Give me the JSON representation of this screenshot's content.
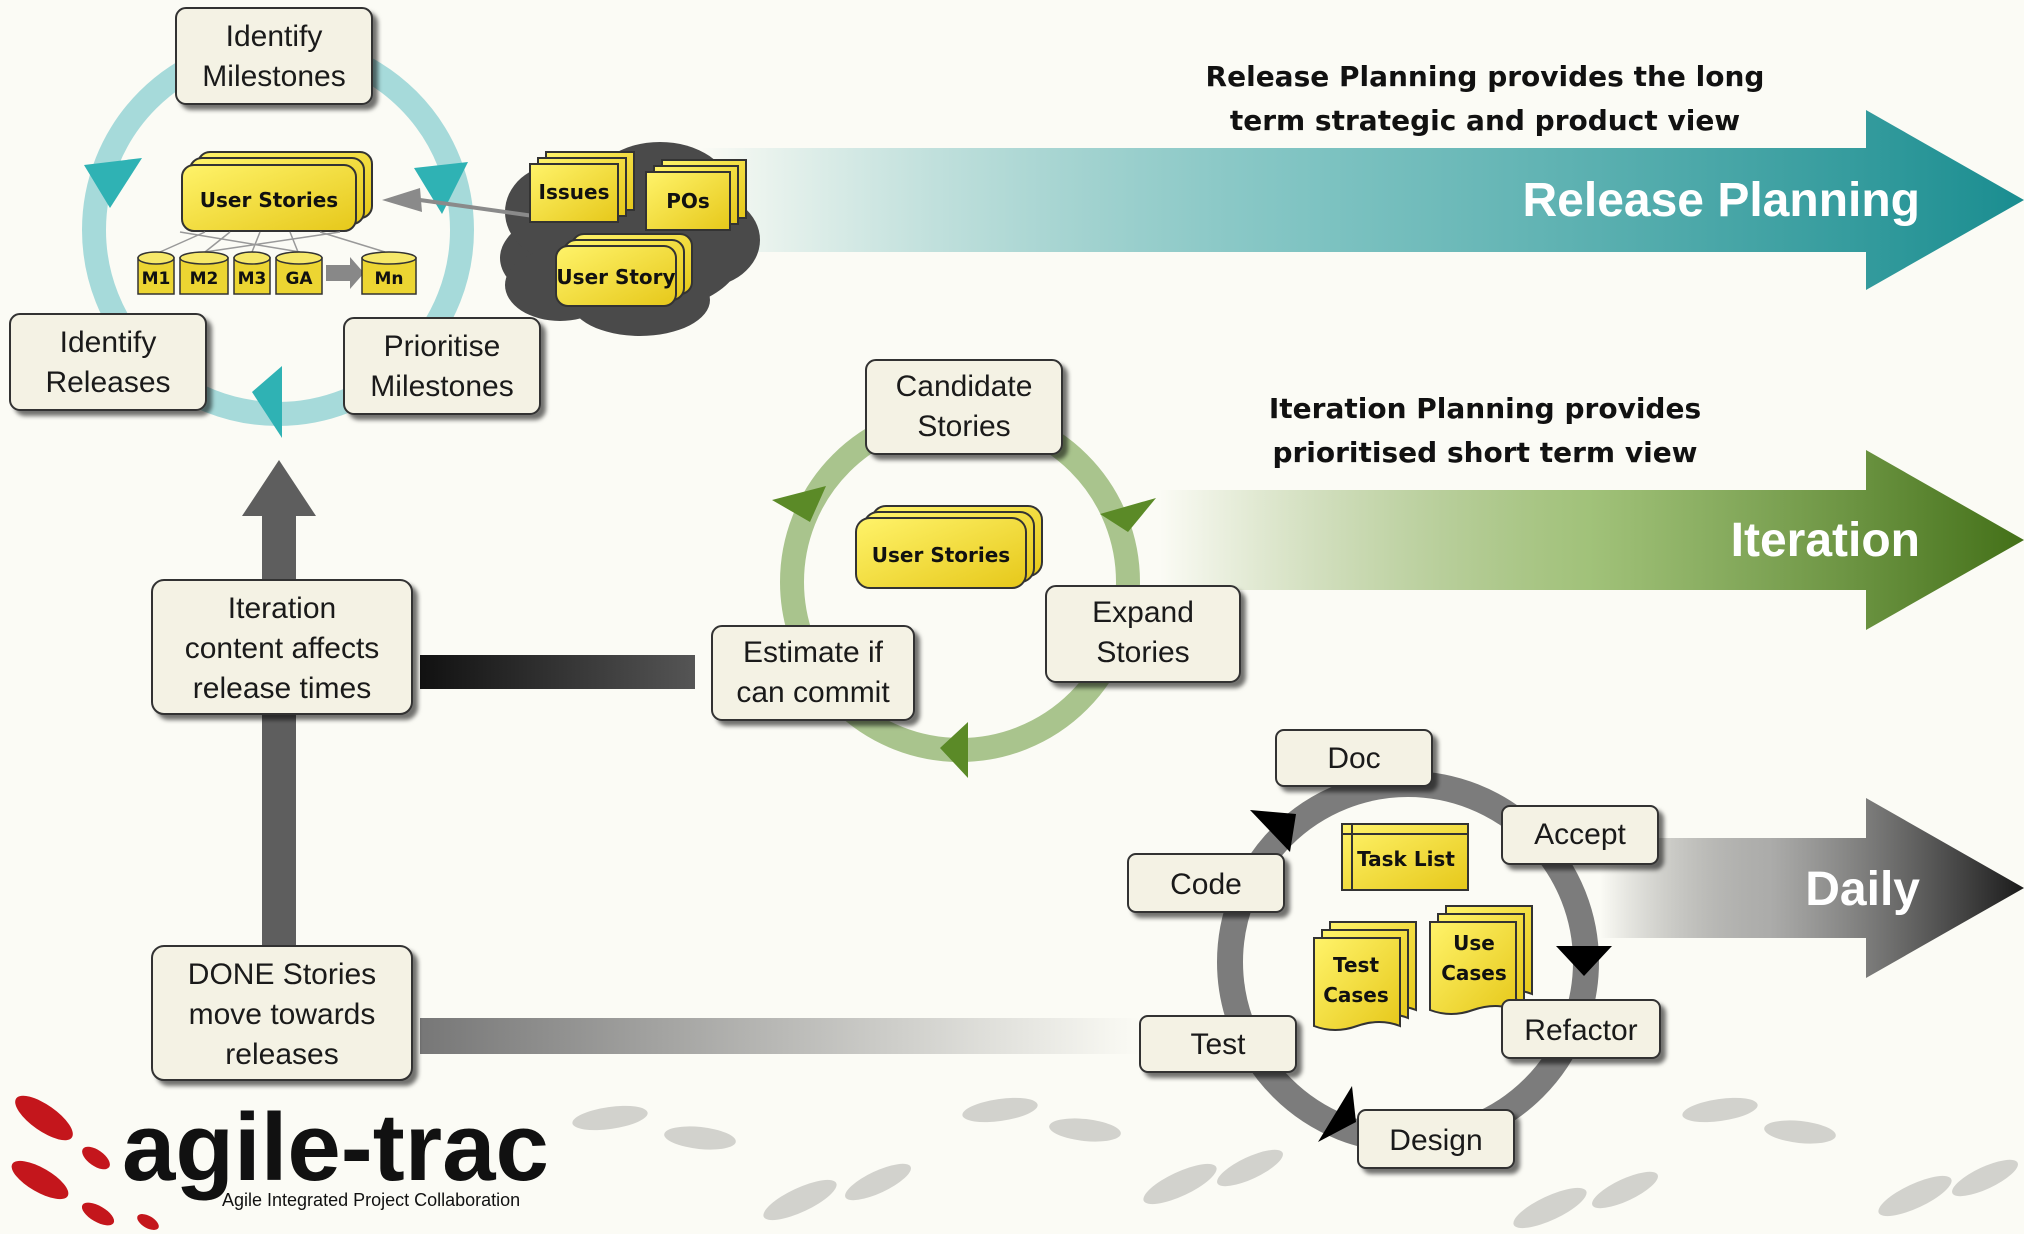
{
  "colors": {
    "release": "#1e9496",
    "iteration": "#4a7a1c",
    "daily": "#222222",
    "box_fill": "#f4f2e4",
    "doc_fill": "#f2e230"
  },
  "release_cycle": {
    "identify_milestones": [
      "Identify",
      "Milestones"
    ],
    "identify_releases": [
      "Identify",
      "Releases"
    ],
    "prioritise_milestones": [
      "Prioritise",
      "Milestones"
    ],
    "user_stories": "User Stories",
    "milestones": [
      "M1",
      "M2",
      "M3",
      "GA",
      "Mn"
    ]
  },
  "backlog": {
    "issues": "Issues",
    "pos": "POs",
    "user_story": "User Story"
  },
  "iteration_cycle": {
    "candidate_stories": [
      "Candidate",
      "Stories"
    ],
    "expand_stories": [
      "Expand",
      "Stories"
    ],
    "estimate": [
      "Estimate if",
      "can commit"
    ],
    "user_stories": "User Stories"
  },
  "daily_cycle": {
    "doc": "Doc",
    "accept": "Accept",
    "refactor": "Refactor",
    "design": "Design",
    "test": "Test",
    "code": "Code",
    "task_list": "Task List",
    "test_cases": [
      "Test",
      "Cases"
    ],
    "use_cases": [
      "Use",
      "Cases"
    ]
  },
  "feedback": {
    "iteration_content": [
      "Iteration",
      "content affects",
      "release times"
    ],
    "done_stories": [
      "DONE Stories",
      "move towards",
      "releases"
    ]
  },
  "bands": {
    "release": "Release Planning",
    "iteration": "Iteration",
    "daily": "Daily"
  },
  "notes": {
    "release": [
      "Release Planning provides the long",
      "term strategic and product view"
    ],
    "iteration": [
      "Iteration Planning provides",
      "prioritised short term view"
    ]
  },
  "logo": {
    "name": "agile-trac",
    "tagline": "Agile Integrated Project Collaboration"
  }
}
